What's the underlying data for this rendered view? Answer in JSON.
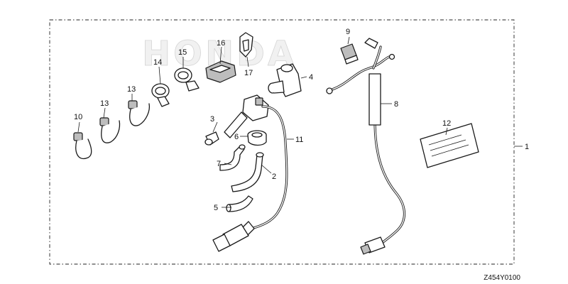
{
  "watermark": "HONDA",
  "diagram_code": "Z454Y0100",
  "callouts": [
    {
      "id": "c1",
      "label": "1"
    },
    {
      "id": "c2",
      "label": "2"
    },
    {
      "id": "c3",
      "label": "3"
    },
    {
      "id": "c4",
      "label": "4"
    },
    {
      "id": "c5",
      "label": "5"
    },
    {
      "id": "c6",
      "label": "6"
    },
    {
      "id": "c7",
      "label": "7"
    },
    {
      "id": "c8",
      "label": "8"
    },
    {
      "id": "c9",
      "label": "9"
    },
    {
      "id": "c10",
      "label": "10"
    },
    {
      "id": "c11",
      "label": "11"
    },
    {
      "id": "c12",
      "label": "12"
    },
    {
      "id": "c13",
      "label": "13"
    },
    {
      "id": "c14",
      "label": "14"
    },
    {
      "id": "c15",
      "label": "15"
    },
    {
      "id": "c16",
      "label": "16"
    },
    {
      "id": "c17",
      "label": "17"
    }
  ]
}
